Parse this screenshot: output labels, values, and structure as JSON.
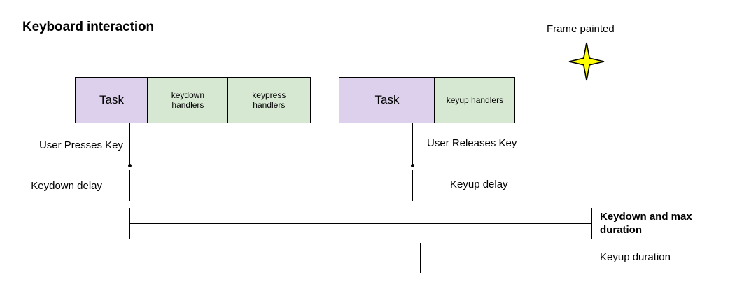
{
  "title": "Keyboard interaction",
  "colors": {
    "task_fill": "#ddd0ec",
    "handler_fill": "#d7e8d2",
    "stroke": "#000000",
    "star_fill": "#ffff00",
    "frame_line": "#555555"
  },
  "sequences": [
    {
      "name": "keydown-sequence",
      "cells": [
        {
          "label": "Task",
          "kind": "task"
        },
        {
          "label": "keydown\nhandlers",
          "kind": "handler"
        },
        {
          "label": "keypress\nhandlers",
          "kind": "handler"
        }
      ]
    },
    {
      "name": "keyup-sequence",
      "cells": [
        {
          "label": "Task",
          "kind": "task"
        },
        {
          "label": "keyup handlers",
          "kind": "handler"
        }
      ]
    }
  ],
  "frame": {
    "label": "Frame painted",
    "marker": "four-point-star"
  },
  "events": [
    {
      "label": "User Presses Key"
    },
    {
      "label": "User Releases Key"
    }
  ],
  "measures": [
    {
      "label": "Keydown delay",
      "kind": "delay"
    },
    {
      "label": "Keyup delay",
      "kind": "delay"
    },
    {
      "label": "Keydown and max\nduration",
      "kind": "duration",
      "emphasis": "bold"
    },
    {
      "label": "Keyup duration",
      "kind": "duration",
      "emphasis": "normal"
    }
  ]
}
